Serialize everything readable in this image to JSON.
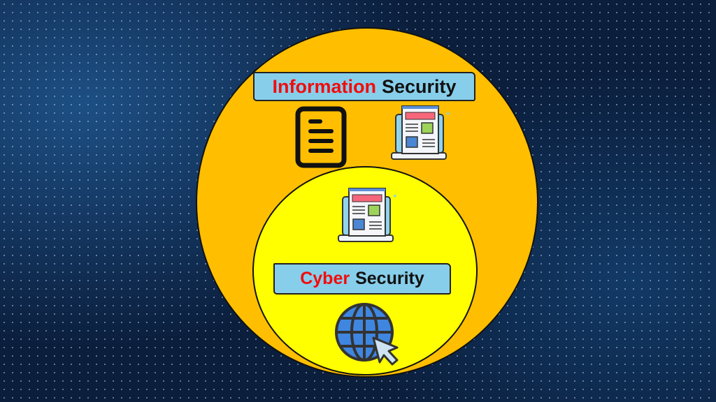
{
  "outer": {
    "title_highlight": "Information",
    "title_rest": "Security",
    "color": "#ffbf00"
  },
  "inner": {
    "title_highlight": "Cyber",
    "title_rest": "Security",
    "color": "#ffff00"
  },
  "icons": [
    "document-icon",
    "laptop-webpage-icon",
    "laptop-webpage-icon",
    "globe-cursor-icon"
  ]
}
